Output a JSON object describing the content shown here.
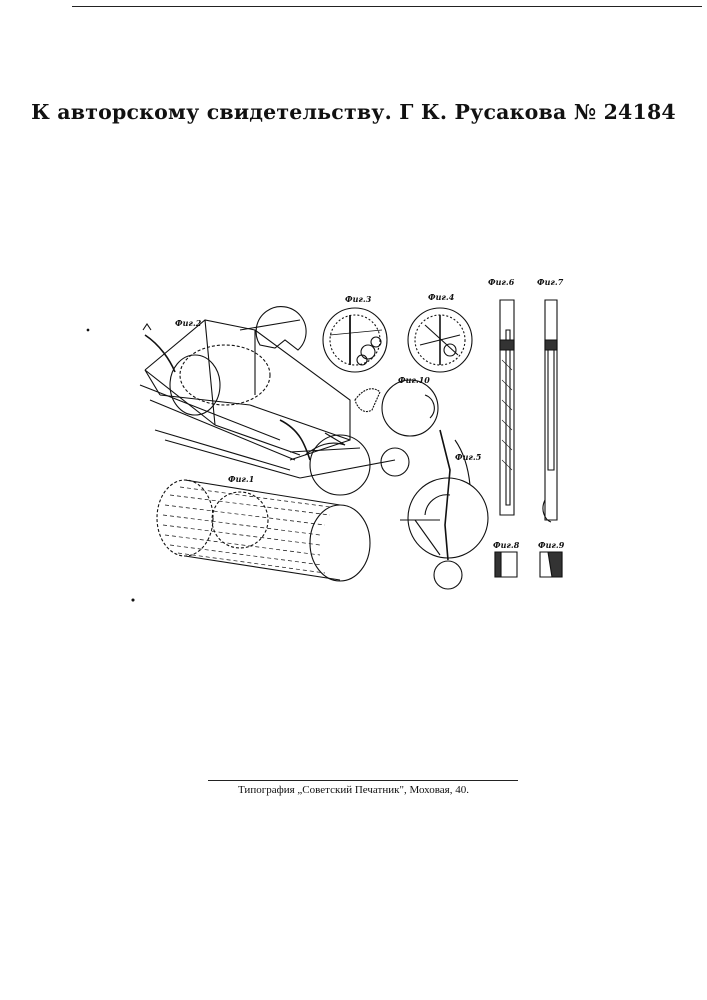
{
  "header": {
    "title": "К авторскому свидетельству. Г К. Русакова № 24184"
  },
  "figures": {
    "fig1": "Фиг.1",
    "fig2": "Фиг.2",
    "fig3": "Фиг.3",
    "fig4": "Фиг.4",
    "fig5": "Фиг.5",
    "fig6": "Фиг.6",
    "fig7": "Фиг.7",
    "fig8": "Фиг.8",
    "fig9": "Фиг.9",
    "fig10": "Фиг.10"
  },
  "footer": {
    "imprint": "Типография „Советский Печатник\", Моховая, 40."
  }
}
